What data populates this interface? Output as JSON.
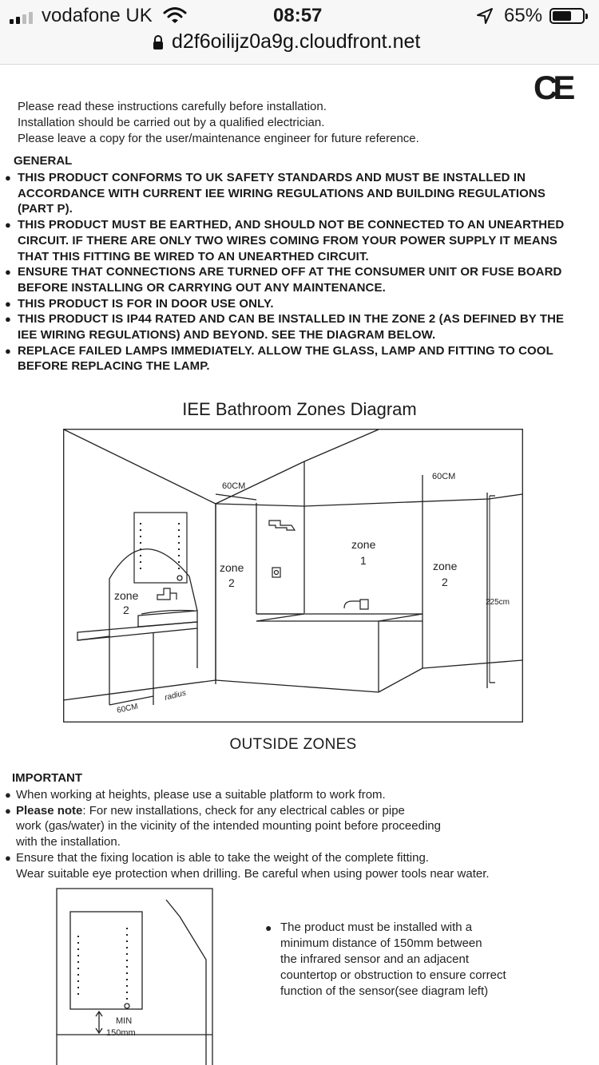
{
  "status": {
    "carrier": "vodafone UK",
    "time": "08:57",
    "battery": "65%",
    "battery_level": 0.65,
    "url": "d2f6oilijz0a9g.cloudfront.net"
  },
  "doc": {
    "ce_mark": "CE",
    "intro": [
      "Please read these instructions carefully before installation.",
      "Installation should be carried out by a qualified electrician.",
      "Please leave a copy for the user/maintenance engineer for future reference."
    ],
    "general_heading": "GENERAL",
    "general_lines": [
      {
        "bullet": true,
        "text": "THIS PRODUCT CONFORMS TO UK SAFETY STANDARDS AND  MUST BE INSTALLED IN"
      },
      {
        "bullet": false,
        "text": "ACCORDANCE WITH CURRENT IEE WIRING  REGULATIONS AND BUILDING REGULATIONS"
      },
      {
        "bullet": false,
        "text": "(PART P)."
      },
      {
        "bullet": true,
        "text": "THIS PRODUCT MUST BE EARTHED,  AND SHOULD NOT BE CONNECTED TO AN UNEARTHED"
      },
      {
        "bullet": false,
        "text": "CIRCUIT. IF THERE ARE ONLY TWO WIRES COMING FROM YOUR POWER SUPPLY IT MEANS"
      },
      {
        "bullet": false,
        "text": "THAT THIS FITTING BE WIRED TO AN UNEARTHED CIRCUIT."
      },
      {
        "bullet": true,
        "text": "ENSURE THAT CONNECTIONS ARE TURNED OFF AT THE CONSUMER UNIT OR FUSE BOARD"
      },
      {
        "bullet": false,
        "text": "BEFORE INSTALLING OR CARRYING OUT ANY MAINTENANCE."
      },
      {
        "bullet": true,
        "text": "THIS PRODUCT IS FOR IN DOOR USE ONLY."
      },
      {
        "bullet": true,
        "text": "THIS PRODUCT IS IP44 RATED AND CAN BE INSTALLED IN THE ZONE 2  (AS DEFINED BY THE"
      },
      {
        "bullet": false,
        "text": "IEE WIRING REGULATIONS) AND BEYOND.  SEE THE DIAGRAM BELOW."
      },
      {
        "bullet": true,
        "text": "REPLACE FAILED LAMPS IMMEDIATELY. ALLOW THE GLASS, LAMP AND FITTING TO COOL"
      },
      {
        "bullet": false,
        "text": "BEFORE REPLACING THE LAMP."
      }
    ],
    "diagram_title": "IEE Bathroom Zones Diagram",
    "diagram_labels": {
      "zone": "zone",
      "one": "1",
      "two": "2",
      "dim_60cm_upper": "60CM",
      "dim_60cm_lower": "60CM",
      "dim_225cm": "225cm",
      "radius": "radius"
    },
    "outside_zones": "OUTSIDE ZONES",
    "important_heading": "IMPORTANT",
    "important_lines": [
      {
        "type": "bullet",
        "text": "When working at heights, please use a suitable platform to work from."
      },
      {
        "type": "bullet-bold",
        "bold": "Please note",
        "text": ": For new installations, check for any electrical cables or pipe"
      },
      {
        "type": "cont",
        "text": "work (gas/water) in the vicinity of the intended mounting point  before proceeding"
      },
      {
        "type": "cont",
        "text": "with the installation."
      },
      {
        "type": "bullet",
        "text": "Ensure that the fixing location is able to take the weight of the complete fitting."
      },
      {
        "type": "cont",
        "text": "Wear suitable eye protection when drilling. Be careful when using power tools near water."
      }
    ],
    "min_label": "MIN",
    "min_value": "150mm",
    "sensor_note": [
      "The product must be installed with a",
      "minimum distance of 150mm between",
      "the infrared sensor and an adjacent",
      "countertop or obstruction to ensure correct",
      "function of the sensor(see diagram left)"
    ]
  }
}
